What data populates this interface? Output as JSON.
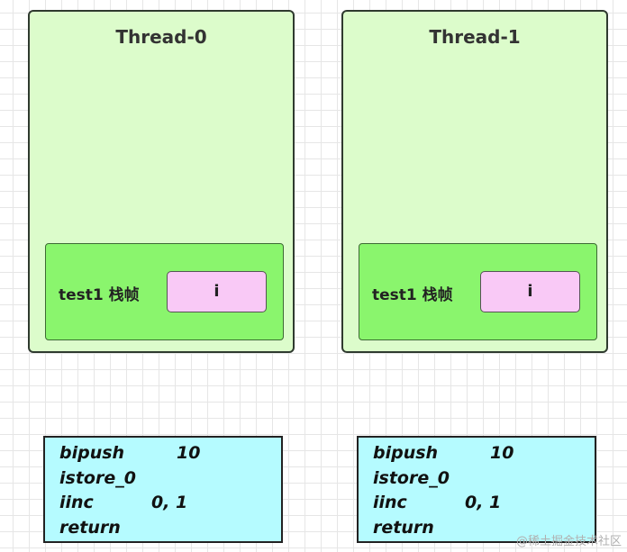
{
  "threads": [
    {
      "title": "Thread-0",
      "frame_label": "test1 栈帧",
      "variable": "i"
    },
    {
      "title": "Thread-1",
      "frame_label": "test1 栈帧",
      "variable": "i"
    }
  ],
  "bytecode": [
    [
      {
        "op": "bipush",
        "arg": "10"
      },
      {
        "op": "istore_0",
        "arg": ""
      },
      {
        "op": "iinc",
        "arg": "0, 1"
      },
      {
        "op": "return",
        "arg": ""
      }
    ],
    [
      {
        "op": "bipush",
        "arg": "10"
      },
      {
        "op": "istore_0",
        "arg": ""
      },
      {
        "op": "iinc",
        "arg": "0, 1"
      },
      {
        "op": "return",
        "arg": ""
      }
    ]
  ],
  "watermark": "@稀土掘金技术社区",
  "colors": {
    "thread_bg": "#dcfccb",
    "frame_bg": "#8af56d",
    "variable_bg": "#f9c9f6",
    "code_bg": "#b5fbff"
  }
}
